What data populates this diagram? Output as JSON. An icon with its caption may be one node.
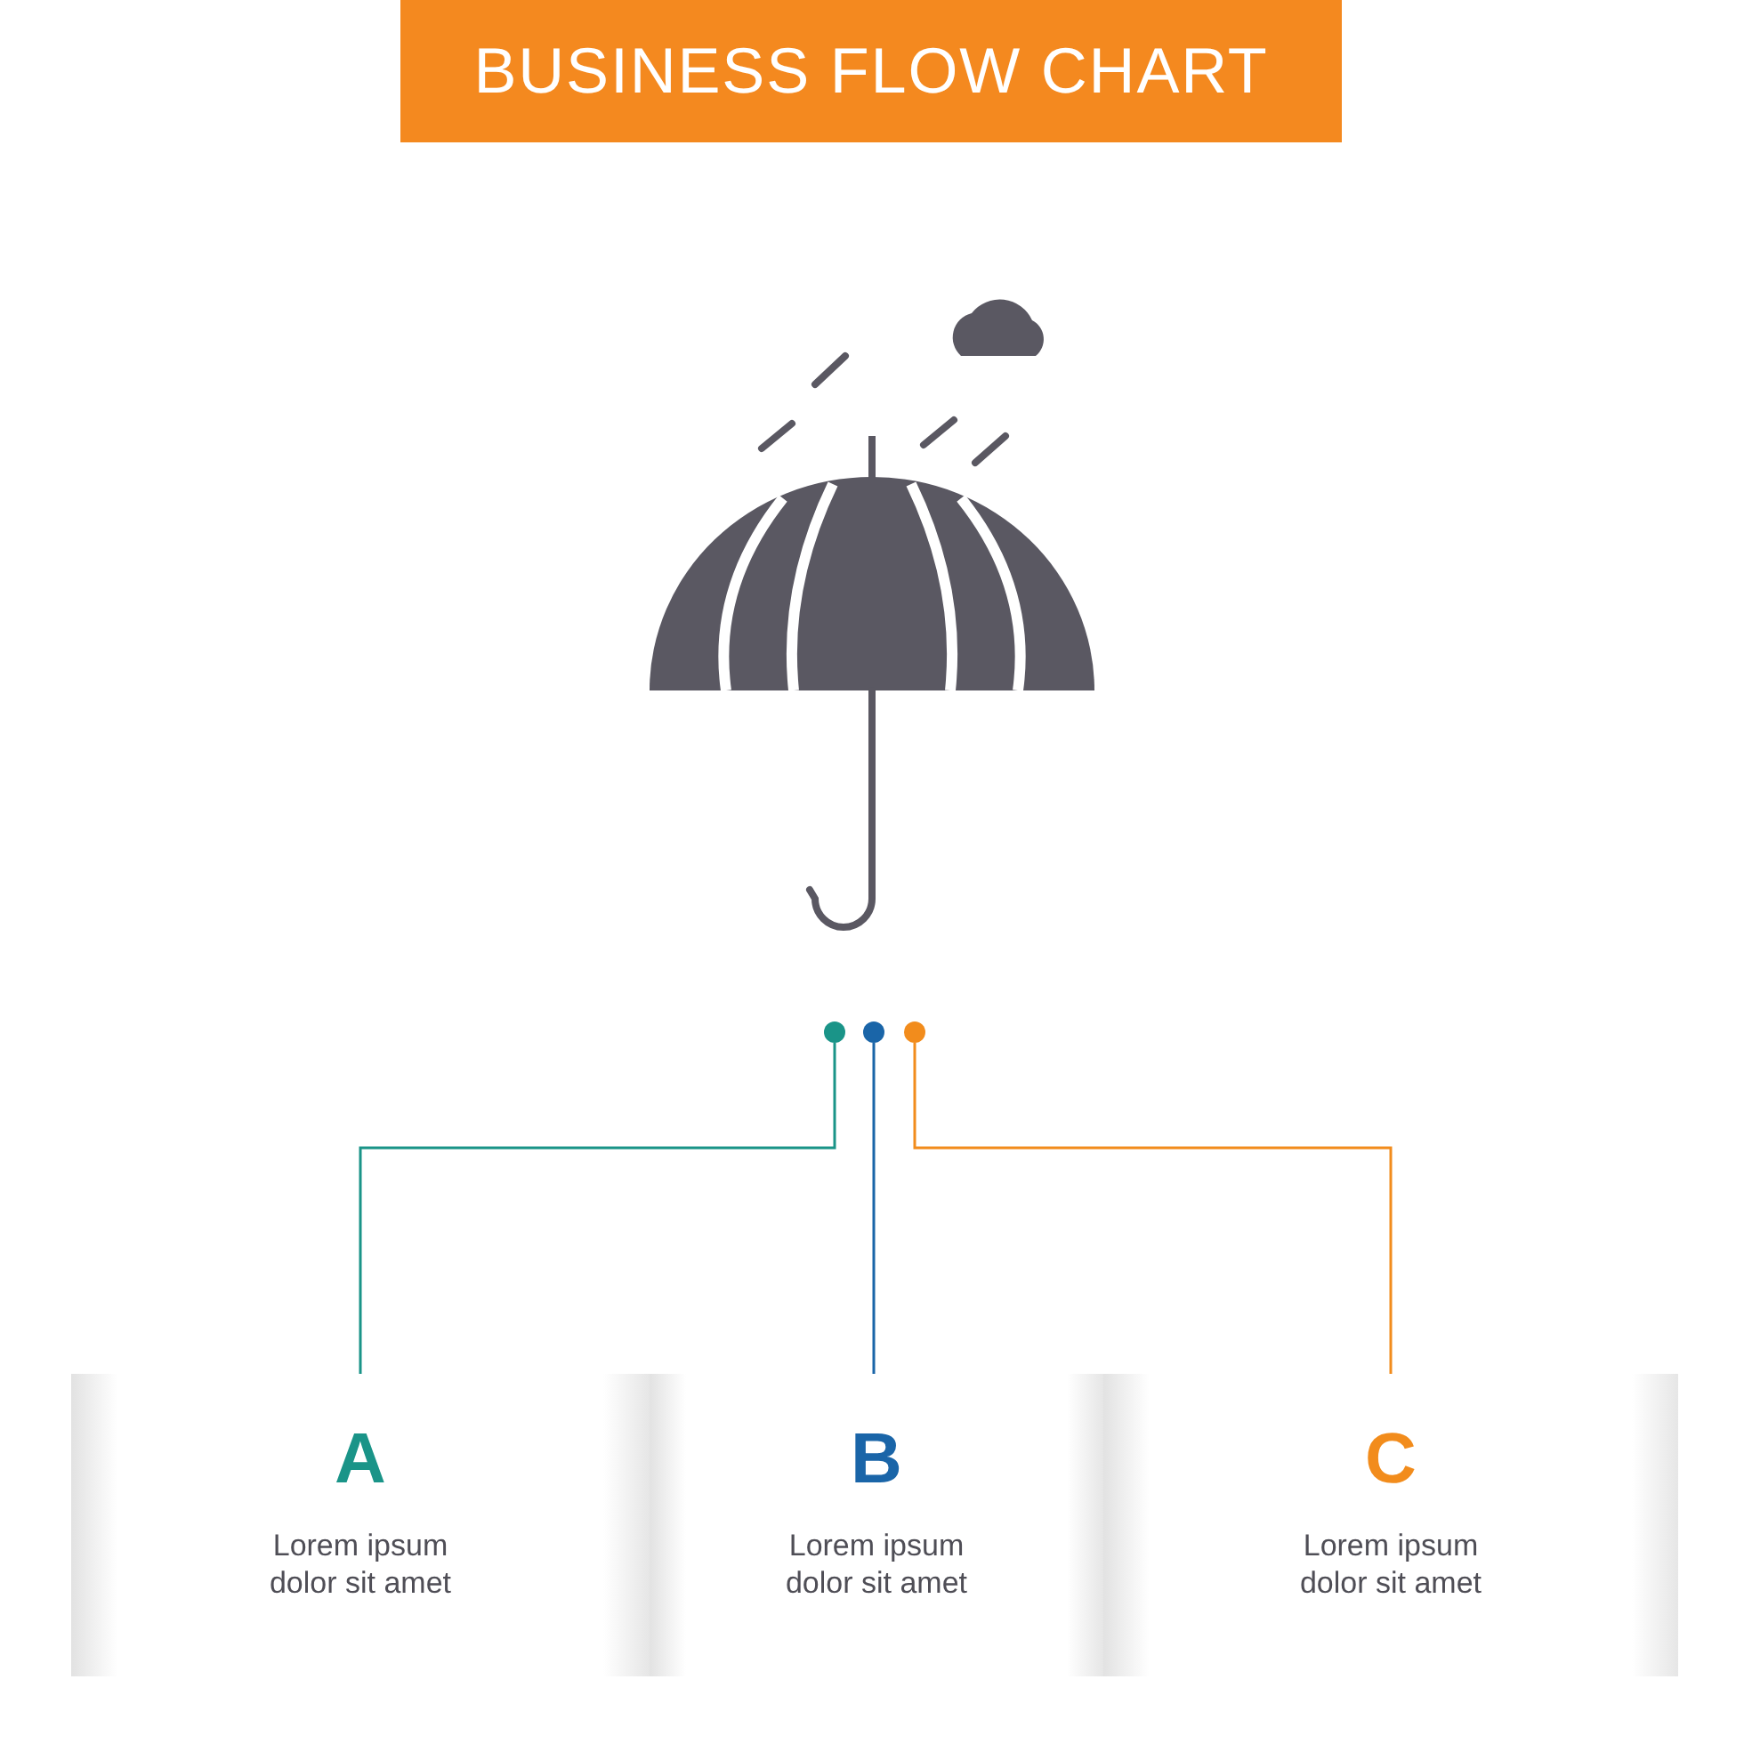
{
  "diagram": {
    "title": "BUSINESS FLOW CHART",
    "nodes": [
      {
        "text": [],
        "shape": "circle"
      },
      {
        "text": [],
        "shape": "circle"
      },
      {
        "text": [],
        "shape": "circle"
      },
      {
        "text": [
          "A",
          "Lorem ipsum dolor sit amet"
        ]
      },
      {
        "text": [
          "B",
          "Lorem ipsum dolor sit amet"
        ]
      },
      {
        "text": [
          "C",
          "Lorem ipsum dolor sit amet"
        ]
      }
    ],
    "edges": [
      {
        "from": 0,
        "to": 3,
        "arrow": "none",
        "color": "#1a9488"
      },
      {
        "from": 1,
        "to": 4,
        "arrow": "none",
        "color": "#1a65a8"
      },
      {
        "from": 2,
        "to": 5,
        "arrow": "none",
        "color": "#f28c1c"
      }
    ]
  }
}
